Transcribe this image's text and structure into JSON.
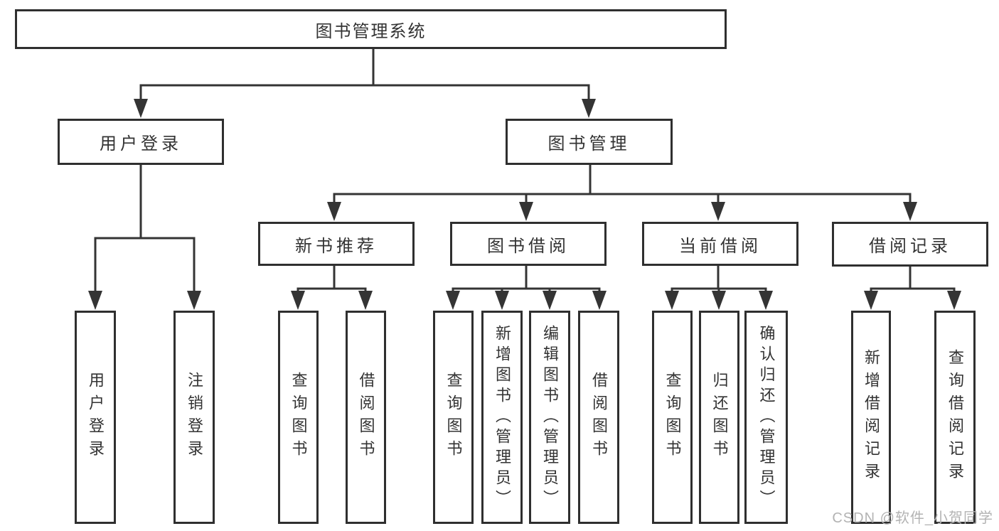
{
  "tree": {
    "root": "图书管理系统",
    "level2": [
      "用户登录",
      "图书管理"
    ],
    "level3": [
      "新书推荐",
      "图书借阅",
      "当前借阅",
      "借阅记录"
    ],
    "leaves_user_login": [
      "用户登录",
      "注销登录"
    ],
    "leaves_new_books": [
      "查询图书",
      "借阅图书"
    ],
    "leaves_book_borrow": [
      "查询图书",
      "新增图书（管理员）",
      "编辑图书（管理员）",
      "借阅图书"
    ],
    "leaves_current_borrow": [
      "查询图书",
      "归还图书",
      "确认归还（管理员）"
    ],
    "leaves_borrow_records": [
      "新增借阅记录",
      "查询借阅记录"
    ]
  },
  "watermark": "CSDN @软件_小贺同学",
  "colors": {
    "line": "#343434",
    "border": "#2f2f2f",
    "text": "#333333",
    "watermark": "#b3b3b3"
  }
}
